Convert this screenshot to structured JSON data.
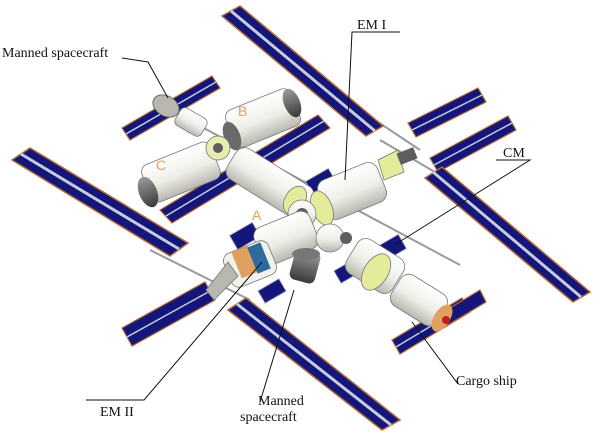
{
  "labels": {
    "manned_spacecraft_top": "Manned spacecraft",
    "em1": "EM I",
    "cm": "CM",
    "cargo_ship": "Cargo ship",
    "em2": "EM II",
    "manned_spacecraft_bottom_line1": "Manned",
    "manned_spacecraft_bottom_line2": "spacecraft"
  },
  "module_letters": {
    "a": "A",
    "b": "B",
    "c": "C"
  },
  "colors": {
    "panel_blue": "#14167A",
    "panel_edge": "#B06A30",
    "module_body": "#F2F2EC",
    "accent_yellow": "#E4EC9C",
    "docking_gray": "#5E5E5E",
    "module_letter": "#E2A060"
  }
}
